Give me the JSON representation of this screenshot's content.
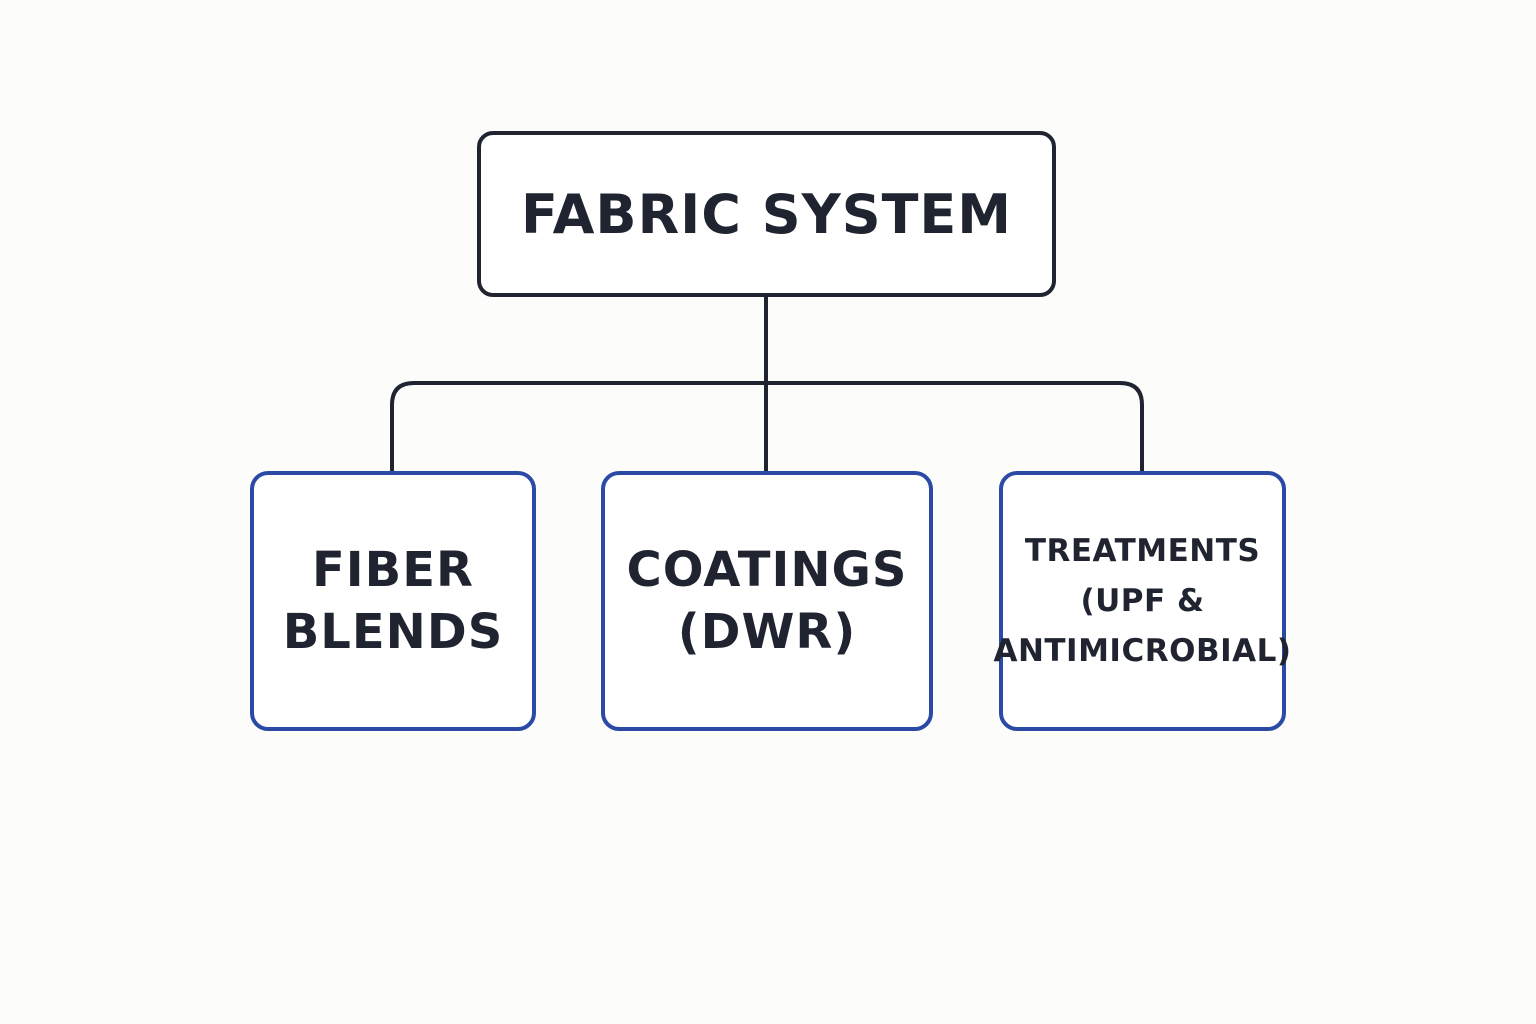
{
  "diagram": {
    "root": {
      "label": "FABRIC SYSTEM"
    },
    "children": [
      {
        "lines": [
          "FIBER",
          "BLENDS"
        ]
      },
      {
        "lines": [
          "COATINGS",
          "(DWR)"
        ]
      },
      {
        "lines": [
          "TREATMENTS",
          "(UPF &",
          "ANTIMICROBIAL)"
        ]
      }
    ]
  },
  "colors": {
    "root_border": "#1f2430",
    "child_border": "#2a4aa6",
    "connector": "#1f2430",
    "text": "#1f2430",
    "background": "#fcfcfb"
  }
}
